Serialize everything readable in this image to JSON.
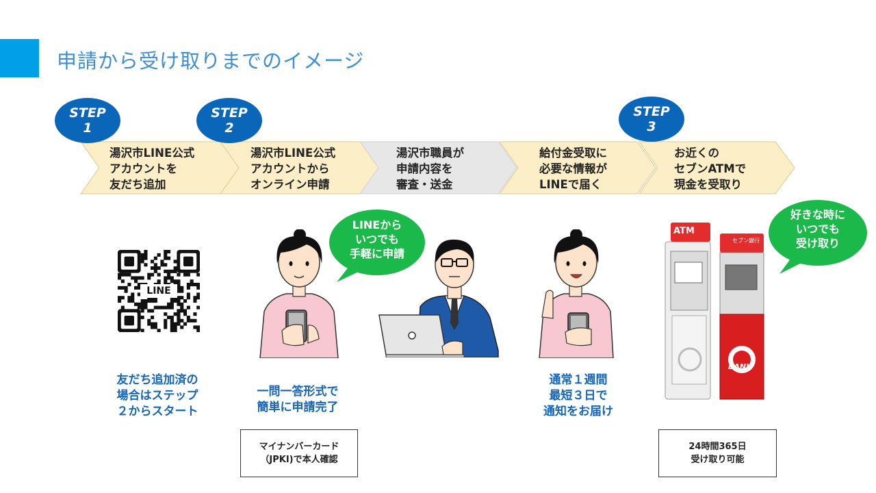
{
  "header": {
    "title": "申請から受け取りまでのイメージ"
  },
  "steps": [
    {
      "word": "STEP",
      "number": "1"
    },
    {
      "word": "STEP",
      "number": "2"
    },
    {
      "word": "STEP",
      "number": "3"
    }
  ],
  "flow": [
    {
      "text": "湯沢市LINE公式\nアカウントを\n友だち追加",
      "fill": "#fcefc8"
    },
    {
      "text": "湯沢市LINE公式\nアカウントから\nオンライン申請",
      "fill": "#fcefc8"
    },
    {
      "text": "湯沢市職員が\n申請内容を\n審査・送金",
      "fill": "#e7e7e7"
    },
    {
      "text": "給付金受取に\n必要な情報が\nLINEで届く",
      "fill": "#fcefc8"
    },
    {
      "text": "お近くの\nセブンATMで\n現金を受取り",
      "fill": "#fcefc8"
    }
  ],
  "qr": {
    "logo_text": "LINE"
  },
  "captions": {
    "friend_added": "友だち追加済の\n場合はステップ\n２からスタート",
    "apply_easy": "一問一答形式で\n簡単に申請完了",
    "notify": "通常１週間\n最短３日で\n通知をお届け"
  },
  "bubbles": {
    "line_apply": "LINEから\nいつでも\n手軽に申請",
    "anytime": "好きな時に\nいつでも\n受け取り"
  },
  "atm": {
    "sign_left": "ATM",
    "sign_right": "セブン銀行",
    "bank_label": "BANK"
  },
  "notes": {
    "mynumber": "マイナンバーカード\n（JPKI)で本人確認",
    "hours": "24時間365日\n受け取り可能"
  },
  "colors": {
    "accent": "#00a0e9",
    "title": "#3e8fd4",
    "badge": "#0a66b8",
    "caption": "#1466b8",
    "bubble": "#1bb84a"
  }
}
